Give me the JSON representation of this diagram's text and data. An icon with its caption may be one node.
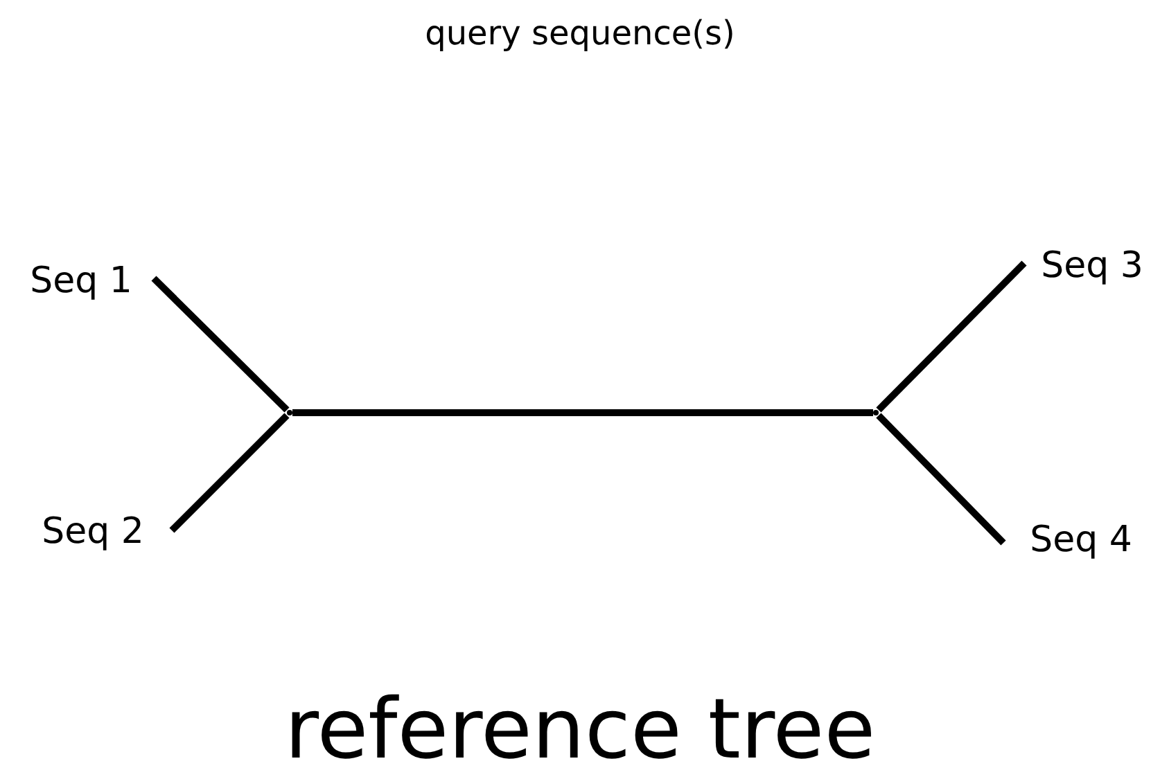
{
  "diagram": {
    "nodes": [
      {
        "text": [
          "Seq 1"
        ]
      },
      {
        "text": [
          "Seq 2"
        ]
      },
      {
        "text": [],
        "shape": "point"
      },
      {
        "text": [],
        "shape": "point"
      },
      {
        "text": [
          "Seq 3"
        ]
      },
      {
        "text": [
          "Seq 4"
        ]
      }
    ],
    "edges": [
      {
        "from": 0,
        "to": 2,
        "arrow": "none"
      },
      {
        "from": 1,
        "to": 2,
        "arrow": "none"
      },
      {
        "from": 2,
        "to": 3,
        "arrow": "none"
      },
      {
        "from": 3,
        "to": 4,
        "arrow": "none"
      },
      {
        "from": 3,
        "to": 5,
        "arrow": "none"
      }
    ],
    "labels": [
      "query sequence(s)",
      "reference tree"
    ]
  }
}
